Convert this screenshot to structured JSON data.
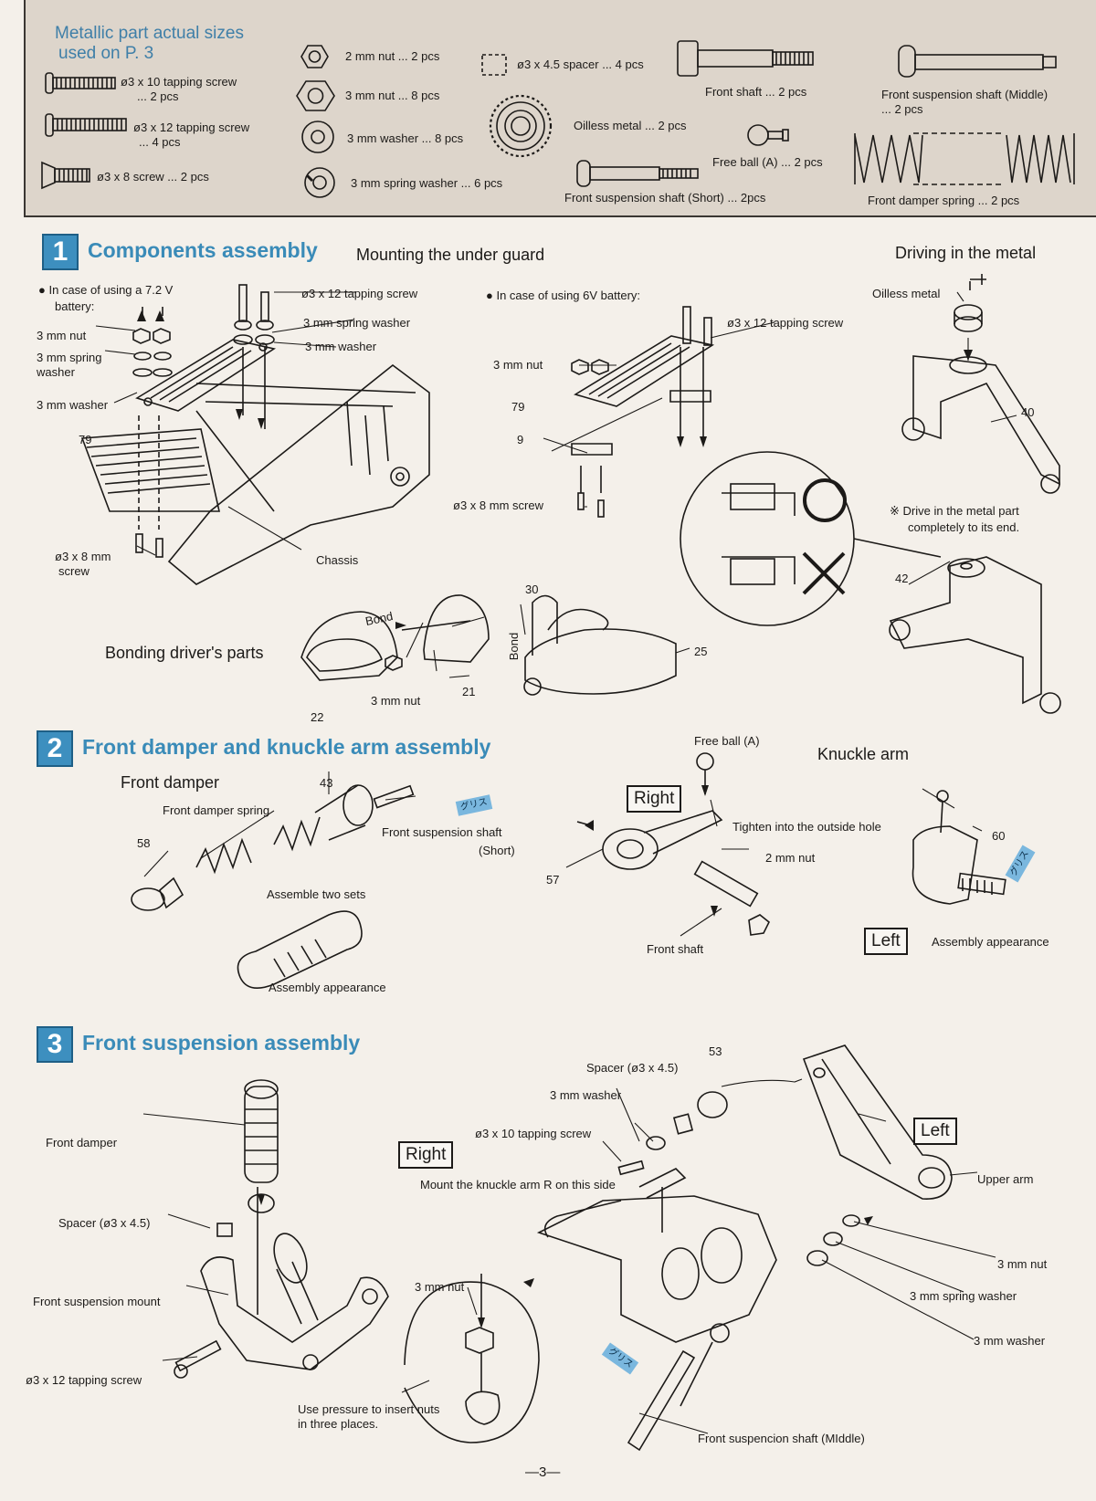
{
  "header": {
    "title_line1": "Metallic part actual sizes",
    "title_line2": "used on P. 3",
    "parts": {
      "screw_10_a": "ø3 x 10 tapping screw",
      "screw_10_b": "... 2 pcs",
      "screw_12_a": "ø3 x 12 tapping screw",
      "screw_12_b": "... 4 pcs",
      "screw_8": "ø3 x 8 screw ... 2 pcs",
      "nut_2mm": "2 mm nut ... 2 pcs",
      "nut_3mm": "3 mm nut ... 8 pcs",
      "washer_3mm": "3 mm washer ... 8 pcs",
      "spring_washer": "3 mm spring washer ... 6 pcs",
      "spacer": "ø3 x 4.5 spacer ... 4 pcs",
      "oilless": "Oilless metal ... 2 pcs",
      "front_shaft": "Front shaft ... 2 pcs",
      "free_ball": "Free ball (A) ... 2 pcs",
      "susp_short": "Front suspension shaft (Short) ... 2pcs",
      "susp_middle_a": "Front suspension shaft (Middle)",
      "susp_middle_b": "... 2 pcs",
      "damper_spring": "Front damper spring ... 2 pcs"
    }
  },
  "section1": {
    "num": "1",
    "title": "Components assembly",
    "undergaurd_title": "Mounting the under guard",
    "driving_title": "Driving in the metal",
    "bonding_title": "Bonding driver's parts",
    "bullet_72_a": "In case of using a 7.2 V",
    "bullet_72_b": "battery:",
    "bullet_6v": "In case of using 6V battery:",
    "labels": {
      "screw12_left": "ø3 x 12 tapping screw",
      "spring_washer_left": "3 mm spring washer",
      "washer_left": "3 mm washer",
      "nut_a": "3 mm nut",
      "spring_a": "3 mm spring",
      "spring_b": "washer",
      "washer_a": "3 mm washer",
      "n79_left": "79",
      "screw8_a": "ø3 x 8 mm",
      "screw8_b": "screw",
      "chassis": "Chassis",
      "screw12_right": "ø3 x 12 tapping screw",
      "nut_right": "3 mm nut",
      "n79_right": "79",
      "n9": "9",
      "screw8_right": "ø3 x 8 mm screw",
      "oilless": "Oilless metal",
      "n40": "40",
      "drive_note_a": "Drive in the metal part",
      "drive_note_b": "completely to its end.",
      "n42": "42",
      "bond1": "Bond",
      "bond2": "Bond",
      "nut_bond": "3 mm nut",
      "n21": "21",
      "n22": "22",
      "n30": "30",
      "n25": "25"
    }
  },
  "section2": {
    "num": "2",
    "title": "Front damper and knuckle arm assembly",
    "damper_title": "Front damper",
    "knuckle_title": "Knuckle arm",
    "labels": {
      "damper_spring": "Front damper spring",
      "n43": "43",
      "n58": "58",
      "susp_short_a": "Front suspension shaft",
      "susp_short_b": "(Short)",
      "assemble_two": "Assemble two sets",
      "appearance_left": "Assembly appearance",
      "free_ball": "Free ball (A)",
      "right": "Right",
      "tighten": "Tighten into the outside hole",
      "nut_2mm": "2 mm nut",
      "n57": "57",
      "front_shaft": "Front shaft",
      "n60": "60",
      "left": "Left",
      "appearance_right": "Assembly appearance",
      "grease": "グリス"
    }
  },
  "section3": {
    "num": "3",
    "title": "Front suspension assembly",
    "labels": {
      "front_damper": "Front damper",
      "spacer_left": "Spacer (ø3 x 4.5)",
      "mount": "Front suspension mount",
      "screw12": "ø3 x 12 tapping screw",
      "nut_insert": "3 mm nut",
      "pressure_a": "Use pressure to insert nuts",
      "pressure_b": "in three places.",
      "spacer_right": "Spacer (ø3 x 4.5)",
      "n53": "53",
      "washer_top": "3 mm washer",
      "screw10": "ø3 x 10 tapping screw",
      "right": "Right",
      "mount_knuckle": "Mount the knuckle arm R on this side",
      "left": "Left",
      "upper_arm": "Upper arm",
      "nut_right": "3 mm nut",
      "spring_washer_right": "3 mm spring washer",
      "washer_right": "3 mm washer",
      "susp_middle": "Front suspencion shaft (MIddle)"
    }
  },
  "footer": {
    "page": "—3—"
  }
}
